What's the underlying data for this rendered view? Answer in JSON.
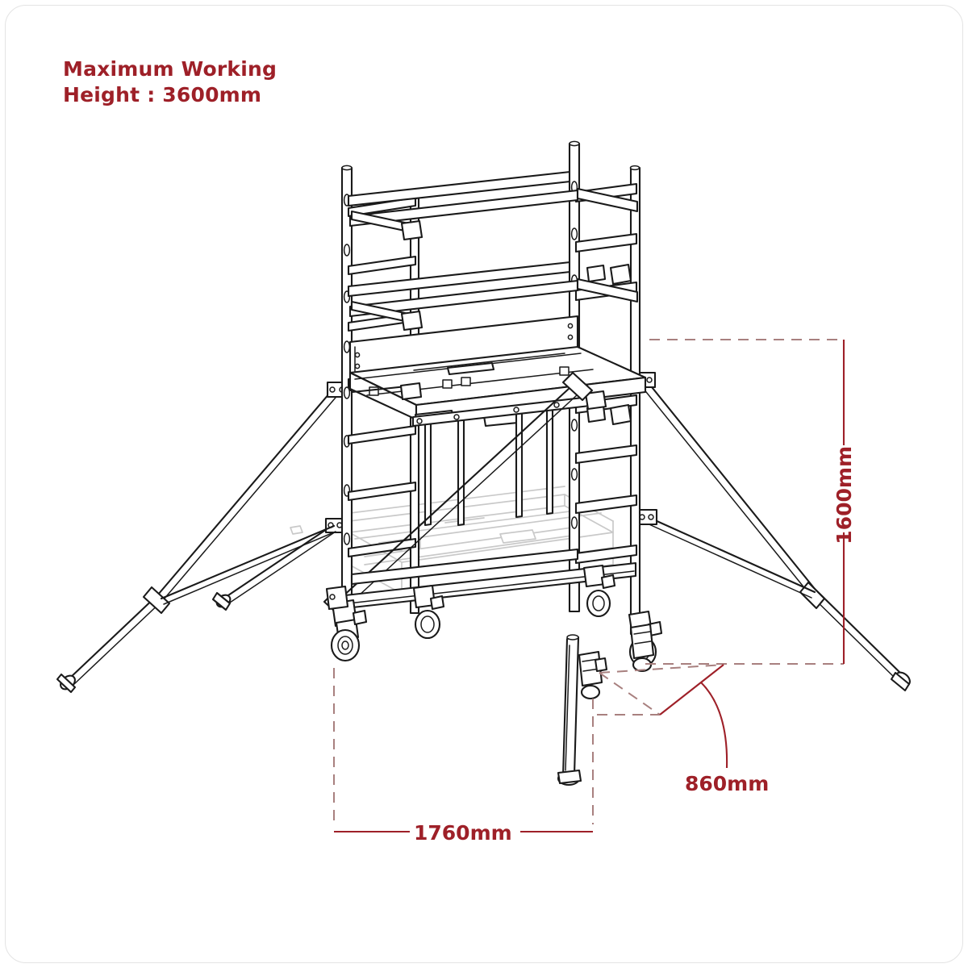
{
  "page": {
    "background_color": "#ffffff",
    "card_border_color": "#e3e3e3"
  },
  "title": {
    "line1": "Maximum Working",
    "line2": "Height : 3600mm",
    "color": "#9e2028"
  },
  "product": {
    "name": "mobile scaffold tower",
    "view": "isometric line drawing",
    "line_color": "#1a1a1a",
    "ghost_line_color": "#c9c9c9"
  },
  "dimensions": {
    "accent_color": "#9e2028",
    "dash_color": "#a8807f",
    "items": [
      {
        "id": "width",
        "label": "1760mm",
        "orientation": "horizontal",
        "position": "bottom"
      },
      {
        "id": "depth",
        "label": "860mm",
        "orientation": "diagonal",
        "position": "bottom-right"
      },
      {
        "id": "height",
        "label": "1600mm",
        "orientation": "vertical",
        "position": "right"
      }
    ]
  },
  "parts": {
    "castor": "castor-wheel",
    "outrigger": "stabiliser-outrigger",
    "guardrail": "guardrail",
    "toeboard": "toe-board",
    "platform": "work-platform",
    "ladder": "ladder-rungs",
    "adjustable_leg": "adjustable-leg"
  }
}
